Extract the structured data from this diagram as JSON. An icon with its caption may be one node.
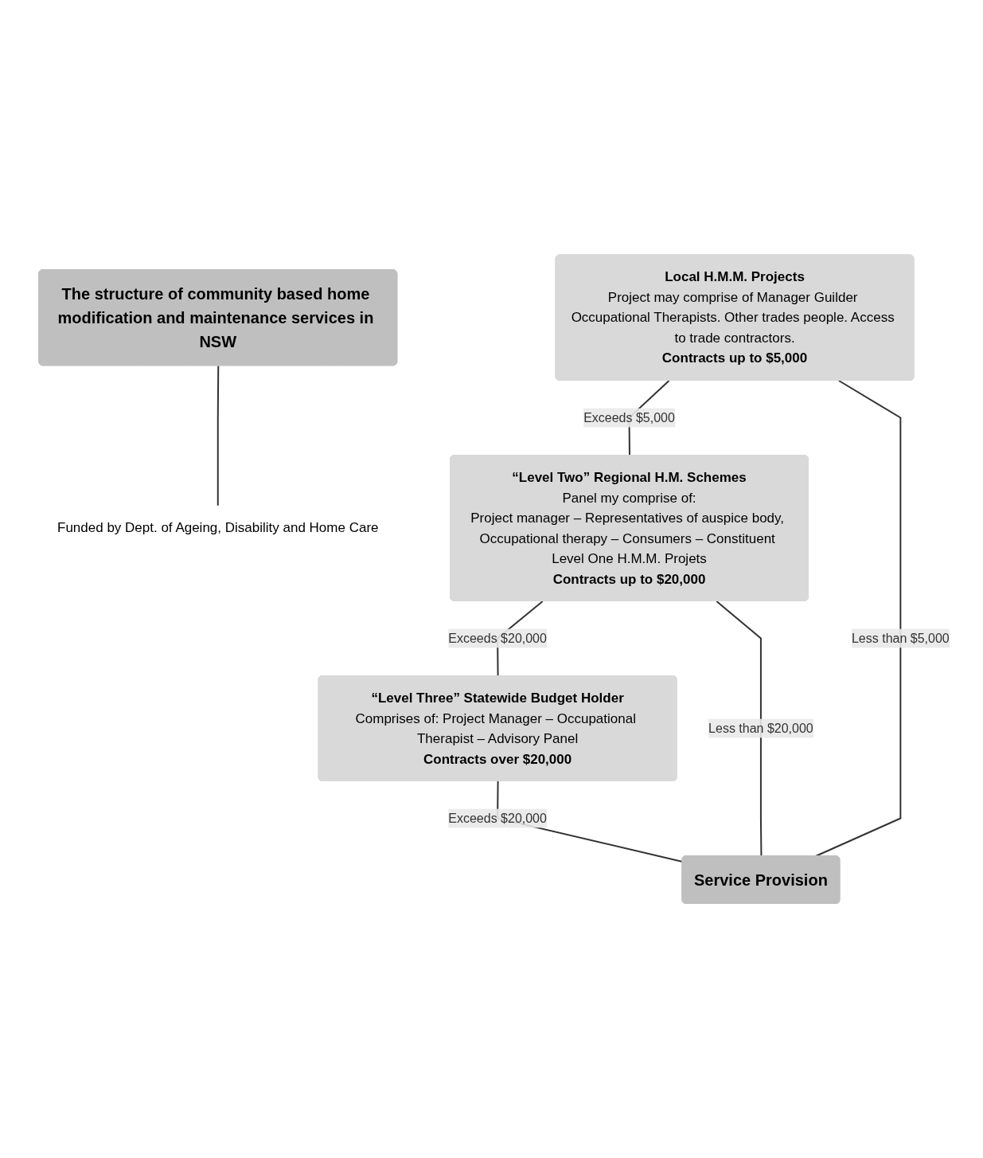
{
  "diagram": {
    "nodes": [
      {
        "text": [
          "The structure of community based home modification and maintenance services in NSW"
        ]
      },
      {
        "text": [
          "Local H.M.M. Projects",
          "Project may comprise of Manager Guilder Occupational Therapists. Other trades people. Access to trade contractors.",
          "Contracts up to $5,000"
        ]
      },
      {
        "text": [
          "“Level Two” Regional H.M. Schemes",
          "Panel my comprise of:",
          "Project manager – Representatives of auspice body, Occupational therapy – Consumers – Constituent Level One H.M.M. Projets",
          "Contracts up to $20,000"
        ]
      },
      {
        "text": [
          "“Level Three” Statewide Budget Holder",
          "Comprises of: Project Manager – Occupational Therapist – Advisory Panel",
          "Contracts over $20,000"
        ]
      },
      {
        "text": [
          "Service Provision"
        ]
      },
      {
        "text": [
          "Funded by Dept. of Ageing, Disability and Home Care"
        ]
      }
    ],
    "edges": [
      {
        "from": 1,
        "to": 2,
        "arrow": "none",
        "label": "Exceeds $5,000"
      },
      {
        "from": 2,
        "to": 3,
        "arrow": "none",
        "label": "Exceeds $20,000"
      },
      {
        "from": 1,
        "to": 4,
        "arrow": "none",
        "label": "Less than $5,000"
      },
      {
        "from": 2,
        "to": 4,
        "arrow": "none",
        "label": "Less than $20,000"
      },
      {
        "from": 3,
        "to": 4,
        "arrow": "none",
        "label": "Exceeds $20,000"
      },
      {
        "from": 0,
        "to": 5,
        "arrow": "none"
      }
    ]
  }
}
